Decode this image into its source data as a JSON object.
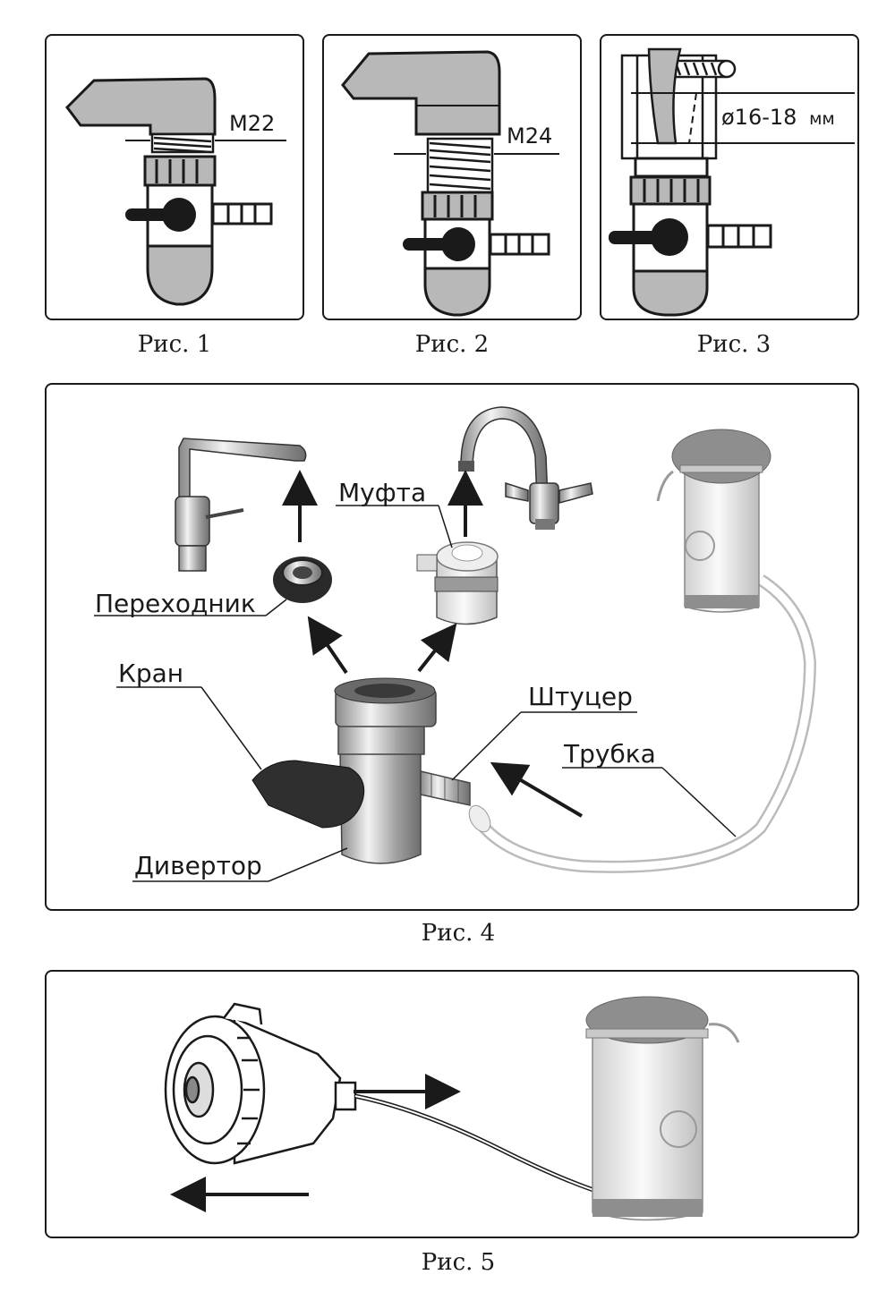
{
  "figures": {
    "fig1": {
      "caption": "Рис. 1",
      "thread_label": "M22"
    },
    "fig2": {
      "caption": "Рис. 2",
      "thread_label": "M24"
    },
    "fig3": {
      "caption": "Рис. 3",
      "diameter_label": "ø16-18",
      "diameter_unit": "мм"
    },
    "fig4": {
      "caption": "Рис. 4",
      "labels": {
        "adapter": "Переходник",
        "coupling": "Муфта",
        "valve": "Кран",
        "fitting": "Штуцер",
        "tube": "Трубка",
        "diverter": "Дивертор"
      }
    },
    "fig5": {
      "caption": "Рис. 5"
    }
  },
  "colors": {
    "outline": "#1a1a1a",
    "grey_fill": "#b8b8b8",
    "dark_grey": "#555555",
    "metal": "#cfcfcf",
    "filter_body": "#e6e6e6",
    "filter_cap": "#8e8e8e"
  }
}
